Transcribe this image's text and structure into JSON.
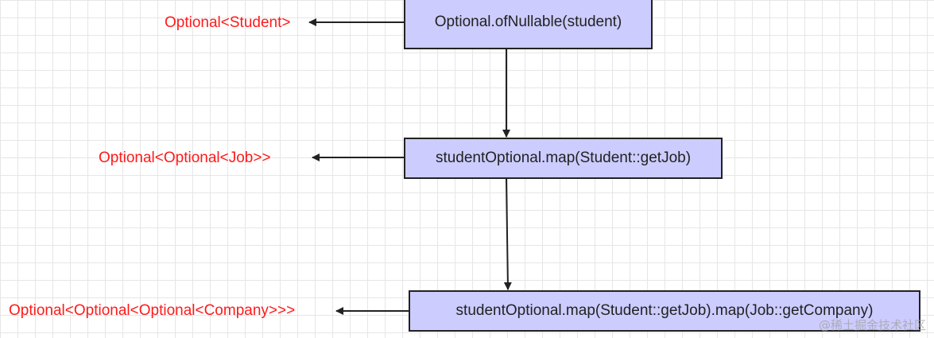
{
  "diagram": {
    "nodes": [
      {
        "id": "box-1",
        "text": "Optional.ofNullable(student)"
      },
      {
        "id": "box-2",
        "text": "studentOptional.map(Student::getJob)"
      },
      {
        "id": "box-3",
        "text": "studentOptional.map(Student::getJob).map(Job::getCompany)"
      }
    ],
    "type_labels": [
      "Optional<Student>",
      "Optional<Optional<Job>>",
      "Optional<Optional<Optional<Company>>>"
    ],
    "colors": {
      "node_fill": "#ccccff",
      "node_border": "#222222",
      "label_text": "#ff1a1a",
      "arrow": "#222222"
    }
  },
  "watermark": "@稀土掘金技术社区"
}
